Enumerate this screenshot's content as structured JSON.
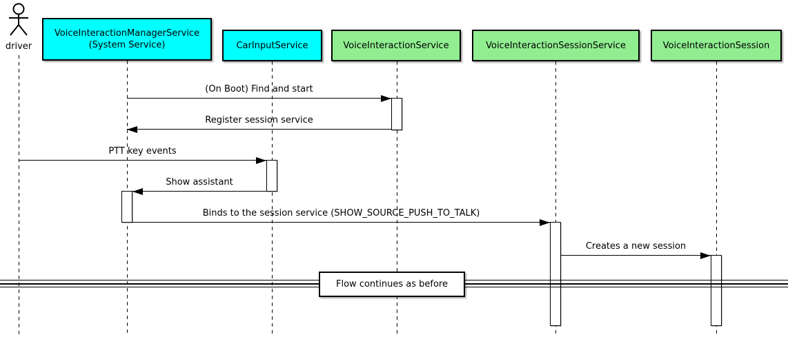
{
  "diagram": {
    "type": "sequence-diagram",
    "actor": {
      "label": "driver"
    },
    "participants": [
      {
        "label": "VoiceInteractionManagerService",
        "sublabel": "(System Service)",
        "color": "#00FFFF"
      },
      {
        "label": "CarInputService",
        "color": "#00FFFF"
      },
      {
        "label": "VoiceInteractionService",
        "color": "#90EE90"
      },
      {
        "label": "VoiceInteractionSessionService",
        "color": "#90EE90"
      },
      {
        "label": "VoiceInteractionSession",
        "color": "#90EE90"
      }
    ],
    "messages": [
      {
        "label": "(On Boot) Find and start",
        "from": "VoiceInteractionManagerService",
        "to": "VoiceInteractionService",
        "direction": "right"
      },
      {
        "label": "Register session service",
        "from": "VoiceInteractionService",
        "to": "VoiceInteractionManagerService",
        "direction": "left"
      },
      {
        "label": "PTT key events",
        "from": "driver",
        "to": "CarInputService",
        "direction": "right"
      },
      {
        "label": "Show assistant",
        "from": "CarInputService",
        "to": "VoiceInteractionManagerService",
        "direction": "left"
      },
      {
        "label": "Binds to the session service (SHOW_SOURCE_PUSH_TO_TALK)",
        "from": "VoiceInteractionManagerService",
        "to": "VoiceInteractionSessionService",
        "direction": "right"
      },
      {
        "label": "Creates a new session",
        "from": "VoiceInteractionSessionService",
        "to": "VoiceInteractionSession",
        "direction": "right"
      }
    ],
    "divider": {
      "label": "Flow continues as before"
    },
    "colors": {
      "participant_cyan": "#00FFFF",
      "participant_green": "#90EE90",
      "border": "#000000",
      "line": "#000000",
      "background": "#FFFFFF"
    }
  }
}
